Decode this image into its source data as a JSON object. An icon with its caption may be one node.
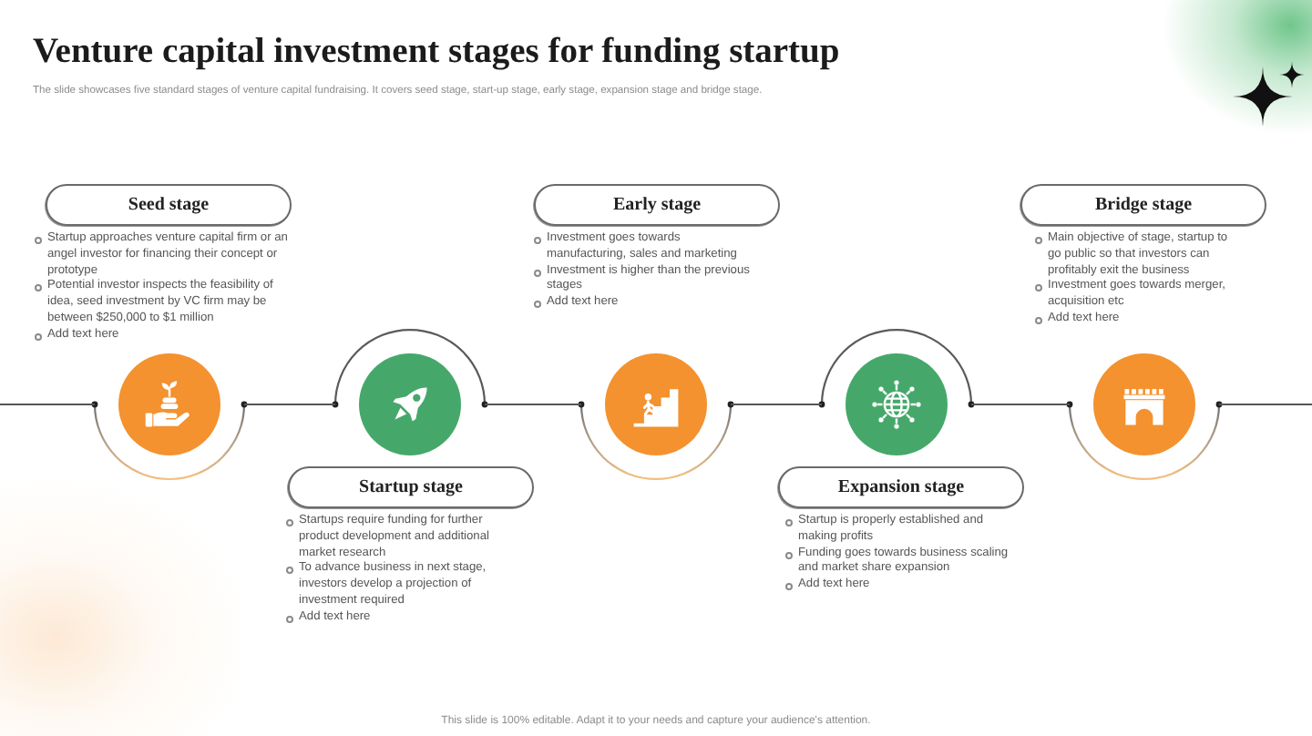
{
  "diagram": {
    "title": "Venture capital investment stages for funding startup",
    "nodes": [
      {
        "text": [
          "Seed stage"
        ],
        "beside": [
          "Startup approaches venture capital firm or an angel investor for financing their concept or prototype",
          "Potential investor inspects the feasibility of idea, seed investment by VC firm may be between $250,000 to $1 million",
          "Add text here"
        ]
      },
      {
        "text": [
          "Startup stage"
        ],
        "beside": [
          "Startups require funding for further product development and additional market research",
          "To advance business in next stage, investors develop a projection of investment required",
          "Add text here"
        ]
      },
      {
        "text": [
          "Early stage"
        ],
        "beside": [
          "Investment goes towards manufacturing, sales and marketing",
          "Investment is higher than the previous stages",
          "Add text here"
        ]
      },
      {
        "text": [
          "Expansion stage"
        ],
        "beside": [
          "Startup is properly established and making profits",
          "Funding goes towards business scaling and market share expansion",
          "Add text here"
        ]
      },
      {
        "text": [
          "Bridge stage"
        ],
        "beside": [
          "Main objective of stage, startup to go public so that investors can profitably exit the business",
          "Investment goes towards merger, acquisition etc",
          "Add text here"
        ]
      },
      {
        "text": [],
        "shape": "circle"
      },
      {
        "text": [],
        "shape": "circle"
      },
      {
        "text": [],
        "shape": "circle"
      },
      {
        "text": [],
        "shape": "circle"
      },
      {
        "text": [],
        "shape": "circle"
      }
    ],
    "edges": [
      {
        "from": null,
        "to": 5,
        "arrow": "none"
      },
      {
        "from": 5,
        "to": 6,
        "arrow": "none"
      },
      {
        "from": 6,
        "to": 7,
        "arrow": "none"
      },
      {
        "from": 7,
        "to": 8,
        "arrow": "none"
      },
      {
        "from": 8,
        "to": 9,
        "arrow": "none"
      },
      {
        "from": 9,
        "to": null,
        "arrow": "none"
      }
    ],
    "labels": [
      "The slide showcases five standard stages of venture capital fundraising. It covers seed stage, start-up stage, early stage, expansion stage and bridge stage.",
      "This slide is 100% editable. Adapt it to your needs and capture your audience's attention."
    ]
  }
}
